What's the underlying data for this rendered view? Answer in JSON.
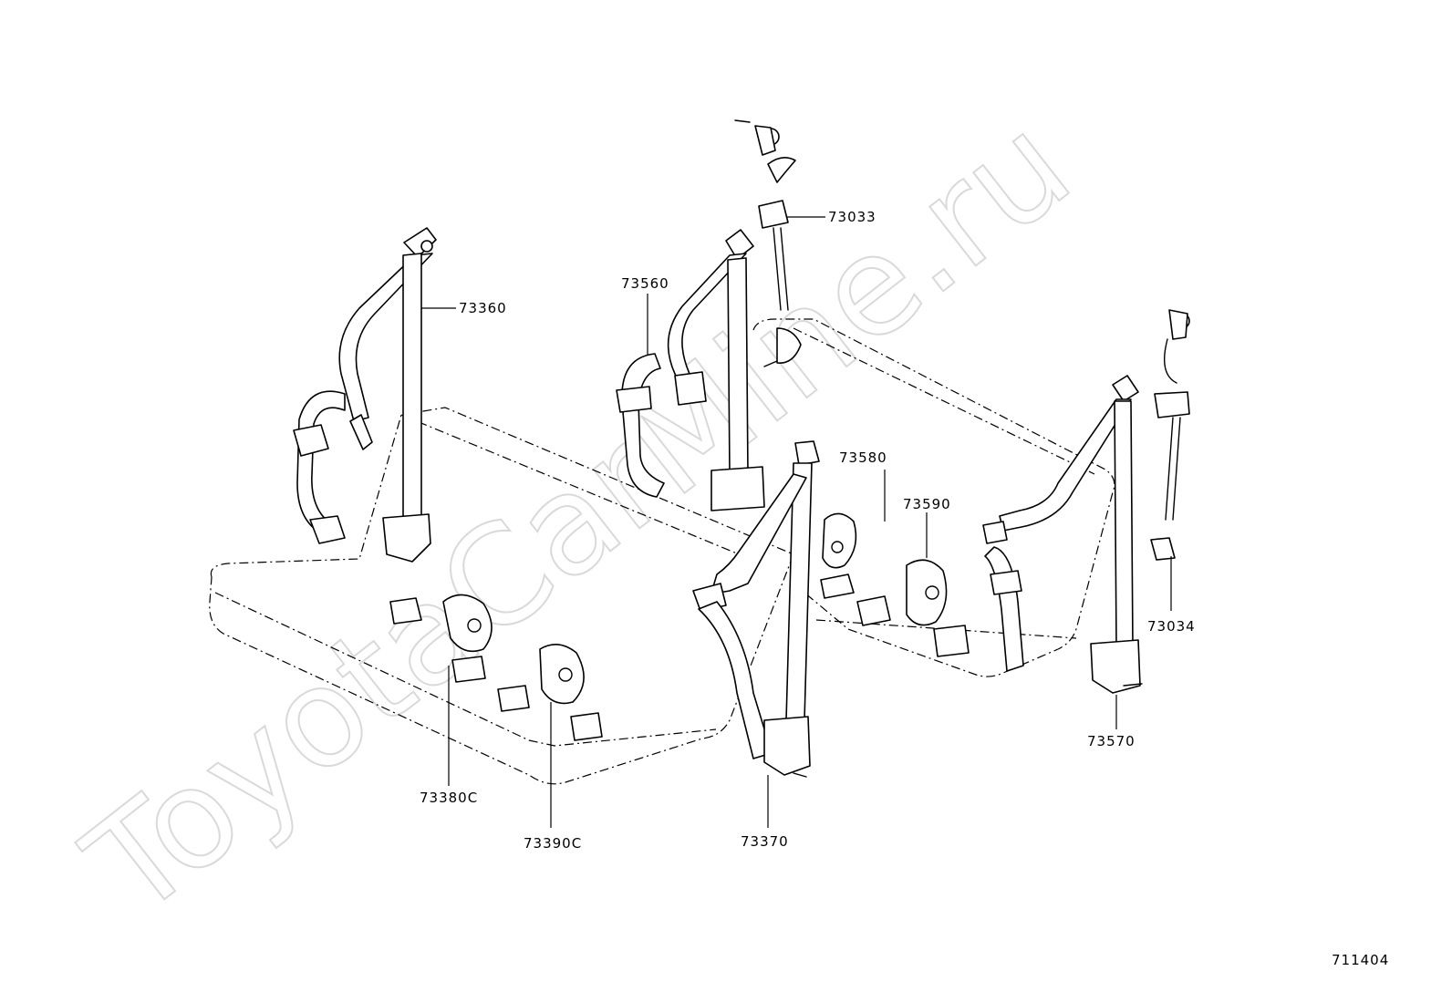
{
  "watermark": "ToyotaCarMine.ru",
  "figure_code": "711404",
  "parts": [
    {
      "id": "73360",
      "label": "73360"
    },
    {
      "id": "73033",
      "label": "73033"
    },
    {
      "id": "73560",
      "label": "73560"
    },
    {
      "id": "73580",
      "label": "73580"
    },
    {
      "id": "73590",
      "label": "73590"
    },
    {
      "id": "73034",
      "label": "73034"
    },
    {
      "id": "73570",
      "label": "73570"
    },
    {
      "id": "73380C",
      "label": "73380C"
    },
    {
      "id": "73390C",
      "label": "73390C"
    },
    {
      "id": "73370",
      "label": "73370"
    }
  ]
}
